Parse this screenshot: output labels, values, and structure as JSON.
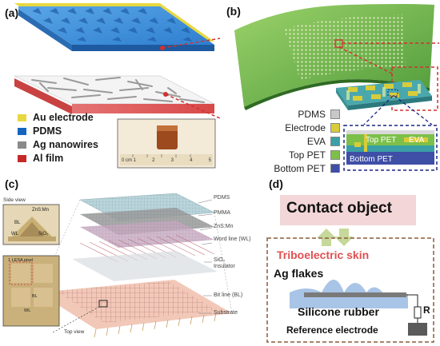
{
  "panels": {
    "a": {
      "label": "(a)",
      "legend": [
        {
          "text": "Au electrode",
          "color": "#e8d840"
        },
        {
          "text": "PDMS",
          "color": "#1565c0"
        },
        {
          "text": "Ag nanowires",
          "color": "#8a8a8a"
        },
        {
          "text": "Al film",
          "color": "#c62828"
        }
      ],
      "inset_scale": [
        "0 cm 1",
        "2",
        "3",
        "4",
        "5"
      ]
    },
    "b": {
      "label": "(b)",
      "legend": [
        {
          "text": "PDMS",
          "color": "#c8c8c8"
        },
        {
          "text": "Electrode",
          "color": "#d8cc3a"
        },
        {
          "text": "EVA",
          "color": "#3aa0a6"
        },
        {
          "text": "Top PET",
          "color": "#7cc04a"
        },
        {
          "text": "Bottom PET",
          "color": "#3f4fa6"
        }
      ],
      "cross_section": {
        "top_pet": "Top PET",
        "eva": "EVA",
        "bottom_pet": "Bottom PET"
      }
    },
    "c": {
      "label": "(c)",
      "layers": [
        {
          "text": "PDMS"
        },
        {
          "text": "PMMA"
        },
        {
          "text": "ZnS:Mn"
        },
        {
          "text": "Word line (WL)"
        },
        {
          "text": "SiO₂ Insulator"
        },
        {
          "text": "Bit line (BL)"
        },
        {
          "text": "Substrate"
        }
      ],
      "side_view": {
        "title": "Side view",
        "zns": "ZnS:Mn",
        "bl": "BL",
        "wl": "WL",
        "sio2": "SiO₂"
      },
      "top_view": {
        "title": "Top view",
        "pixel": "1 LESA pixel",
        "bl": "BL",
        "wl": "WL"
      }
    },
    "d": {
      "label": "(d)",
      "contact": "Contact object",
      "skin": "Triboelectric skin",
      "flakes": "Ag flakes",
      "rubber": "Silicone rubber",
      "resistor": "R",
      "reference": "Reference electrode"
    }
  }
}
